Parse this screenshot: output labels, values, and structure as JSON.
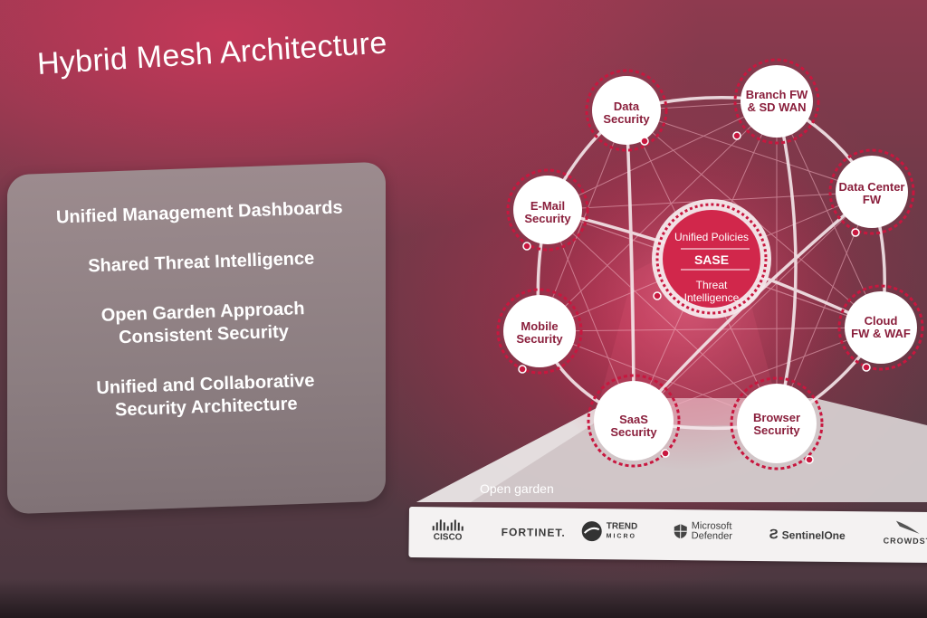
{
  "slide": {
    "title": "Hybrid Mesh Architecture",
    "benefits": [
      {
        "lines": [
          "Unified Management Dashboards"
        ]
      },
      {
        "lines": [
          "Shared Threat Intelligence"
        ]
      },
      {
        "lines": [
          "Open Garden Approach",
          "Consistent Security"
        ]
      },
      {
        "lines": [
          "Unified and Collaborative",
          "Security Architecture"
        ]
      }
    ]
  },
  "mesh": {
    "center": {
      "top": "Unified Policies",
      "middle": "SASE",
      "bottom_lines": [
        "Threat",
        "Intelligence"
      ]
    },
    "nodes": [
      {
        "lines": [
          "Data",
          "Security"
        ]
      },
      {
        "lines": [
          "Branch FW",
          "& SD WAN"
        ]
      },
      {
        "lines": [
          "Data Center",
          "FW"
        ]
      },
      {
        "lines": [
          "Cloud",
          "FW & WAF"
        ]
      },
      {
        "lines": [
          "Browser",
          "Security"
        ]
      },
      {
        "lines": [
          "SaaS",
          "Security"
        ]
      },
      {
        "lines": [
          "Mobile",
          "Security"
        ]
      },
      {
        "lines": [
          "E-Mail",
          "Security"
        ]
      }
    ]
  },
  "open_garden": {
    "label": "Open garden",
    "vendors": [
      {
        "name": "CISCO",
        "icon": "cisco-logo-icon"
      },
      {
        "name": "FORTINET.",
        "icon": "fortinet-logo-icon"
      },
      {
        "name": "TREND",
        "sub": "MICRO",
        "icon": "trend-micro-logo-icon"
      },
      {
        "name": "Microsoft",
        "sub": "Defender",
        "icon": "shield-icon"
      },
      {
        "name": "SentinelOne",
        "icon": "sentinelone-logo-icon"
      },
      {
        "name": "CROWDST",
        "icon": "falcon-icon"
      }
    ]
  },
  "colors": {
    "accent": "#c8173f",
    "node_text": "#8a1f3c",
    "panel": "#8f8184"
  }
}
